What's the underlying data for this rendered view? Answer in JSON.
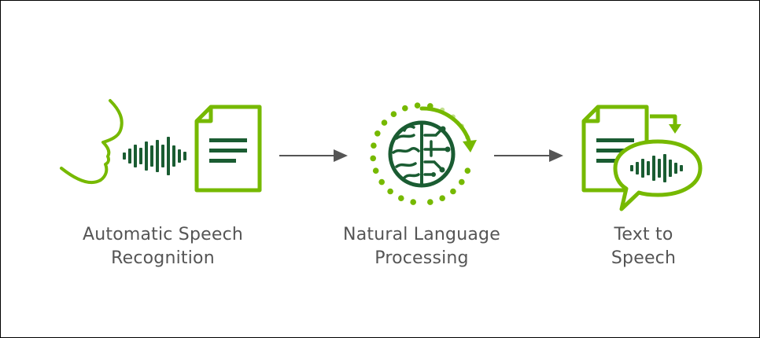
{
  "colors": {
    "green": "#76b900",
    "dark_green": "#1a5c32",
    "arrow": "#555555",
    "text": "#555555"
  },
  "steps": [
    {
      "id": "asr",
      "title_line1": "Automatic Speech",
      "title_line2": "Recognition",
      "icons": [
        "face-profile-icon",
        "sound-wave-icon",
        "document-icon"
      ]
    },
    {
      "id": "nlp",
      "title_line1": "Natural Language",
      "title_line2": "Processing",
      "icons": [
        "brain-circuit-icon",
        "cycle-arrow-icon"
      ]
    },
    {
      "id": "tts",
      "title_line1": "Text to",
      "title_line2": "Speech",
      "icons": [
        "document-icon",
        "speech-bubble-icon",
        "sound-wave-icon",
        "return-arrow-icon"
      ]
    }
  ],
  "connectors": [
    "arrow-asr-to-nlp",
    "arrow-nlp-to-tts"
  ]
}
